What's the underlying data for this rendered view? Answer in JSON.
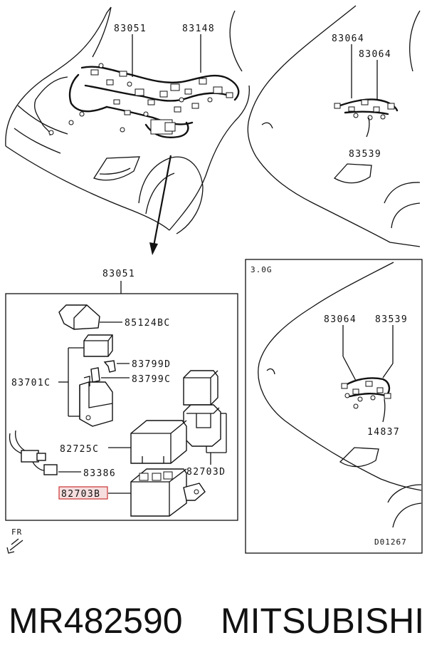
{
  "diagram": {
    "top_left": {
      "labels": [
        "83051",
        "83148"
      ]
    },
    "top_right": {
      "labels": [
        "83064",
        "83064",
        "83539"
      ]
    },
    "detail": {
      "title": "83051",
      "parts": {
        "p85124bc": "85124BC",
        "p83799d": "83799D",
        "p83701c": "83701C",
        "p83799c": "83799C",
        "p82725c": "82725C",
        "p83386": "83386",
        "p82703d": "82703D",
        "p82703b": "82703B"
      },
      "highlight_color": "#cc3333",
      "fr_label": "FR"
    },
    "variant": {
      "engine": "3.0G",
      "labels": {
        "a": "83064",
        "b": "83539",
        "c": "14837"
      },
      "code": "D01267"
    }
  },
  "footer": {
    "part_number": "MR482590",
    "brand": "MITSUBISHI"
  }
}
